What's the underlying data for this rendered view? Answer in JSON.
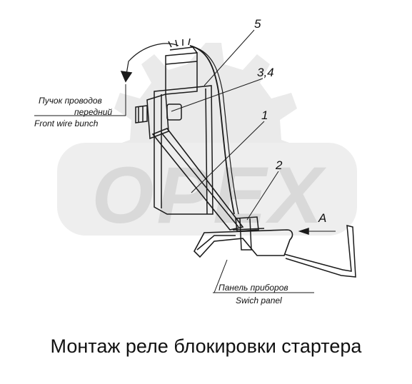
{
  "watermark": {
    "text": "OPEX",
    "color": "#d9d9d9"
  },
  "callouts": {
    "c1": "1",
    "c2": "2",
    "c34": "3,4",
    "c5": "5",
    "cA": "A"
  },
  "notes": {
    "front_ru_1": "Пучок проводов",
    "front_ru_2": "передний",
    "front_en": "Front wire bunch",
    "panel_ru": "Панель приборов",
    "panel_en": "Swich panel"
  },
  "caption": "Монтаж реле блокировки стартера",
  "colors": {
    "line": "#1a1a1a",
    "watermark": "#d9d9d9"
  }
}
